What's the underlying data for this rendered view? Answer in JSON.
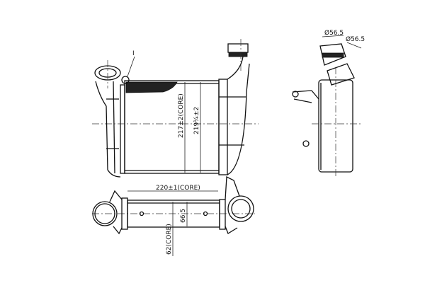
{
  "front_view": {
    "detail_marker": "I",
    "core_height_label": "217±2(CORE)",
    "overall_height_label": "219¼±2"
  },
  "top_view": {
    "core_width_label": "220±1(CORE)",
    "depth_label": "66.5",
    "core_depth_label": "62(CORE)"
  },
  "side_view": {
    "inlet_diameter_label": "Ø56.5",
    "outlet_diameter_label": "Ø56.5"
  }
}
